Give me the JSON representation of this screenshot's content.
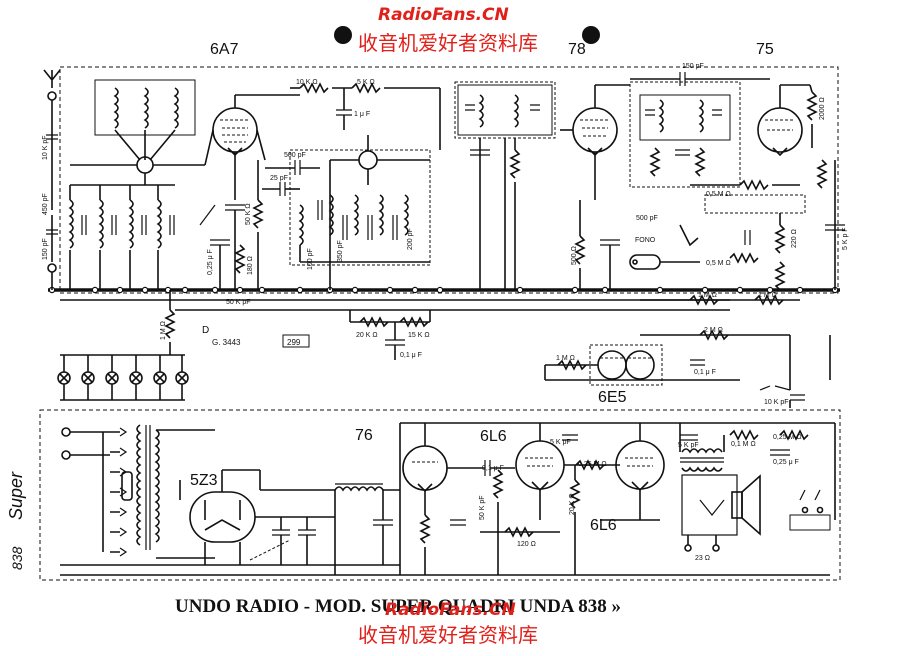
{
  "watermark": {
    "site": "RadioFans.CN",
    "site_cn": "收音机爱好者资料库",
    "color": "#e0201a"
  },
  "tubes": {
    "t1": "6A7",
    "t2": "78",
    "t3": "75",
    "t4": "76",
    "t5": "6L6",
    "t6": "6L6",
    "rectifier": "5Z3",
    "eye": "6E5"
  },
  "stamp": {
    "ref": "G. 3443",
    "box": "299",
    "mark": "D"
  },
  "labels": {
    "fono": "FONO",
    "r10k": "10 K Ω",
    "r5k": "5 K Ω",
    "c1uf": "1 μ F",
    "c500pf": "500 pF",
    "c50kpf": "50 K pF",
    "c25pf": "25 pF",
    "c150pf": "150 pF",
    "c500pf2": "500 pF",
    "r05m_a": "0,5 M Ω",
    "r05m_b": "0,5 M Ω",
    "r1m_a": "1 M Ω",
    "r1m_b": "1 M Ω",
    "r2m": "2 M Ω",
    "r20k": "20 K Ω",
    "r15k": "15 K Ω",
    "c01uf": "0,1 μ F",
    "r1m_eye": "1 M Ω",
    "c01uf_b": "0,1 μ F",
    "c10kpf": "10 K pF",
    "c5kpf": "5 K pF",
    "c5kpf_b": "5 K pF",
    "r01m": "0,1 M Ω",
    "r025m": "0,25 M Ω",
    "c025uf": "0,25 μ F",
    "r025m_b": "0,25 M Ω",
    "r120": "120 Ω",
    "r20k_b": "20 K Ω",
    "c01uf_c": "0,1 μ F",
    "c50kpf_b": "50 K pF",
    "r23": "23 Ω",
    "r2000": "2000 Ω",
    "c5kpf_c": "5 K p F",
    "r500": "500 Ω",
    "r220": "220 Ω",
    "r180": "180 Ω",
    "r50k": "50 K Ω",
    "c025": "0,25 μ F",
    "c100pf": "100 pF",
    "c350pf": "350 pF",
    "c200pf": "200 pF",
    "c450": "450 pF",
    "c10kpf_b": "10 K pF",
    "c150pf_b": "150 pF",
    "r1m_c": "1 M Ω",
    "side_note_1": "Super",
    "side_note_2": "838"
  },
  "caption": "UNDO RADIO - MOD. SUPER QUADRI UNDA 838 »"
}
